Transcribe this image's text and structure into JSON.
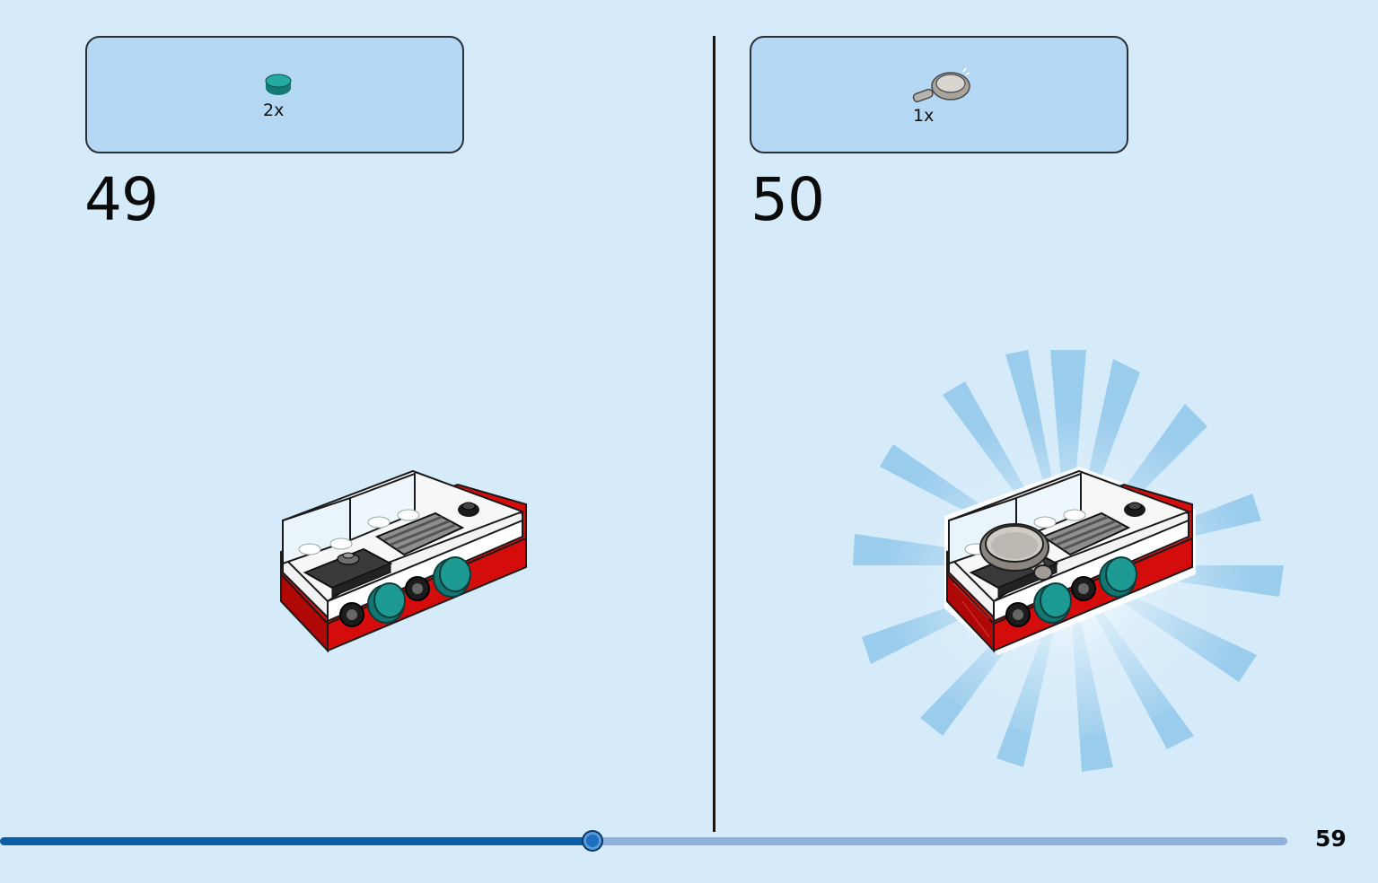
{
  "steps": [
    {
      "number": "49",
      "part_qty": "2x",
      "part_icon": "teal-round-tile-icon"
    },
    {
      "number": "50",
      "part_qty": "1x",
      "part_icon": "frying-pan-icon"
    }
  ],
  "page_number": "59",
  "progress": {
    "fraction": 0.46
  },
  "colors": {
    "background": "#d6ebfa",
    "parts_box": "#b4d7f3",
    "brick_red": "#d40c0c",
    "teal": "#1e9a94",
    "progress_fill": "#0a5ea8",
    "progress_track": "#8fb0dc"
  }
}
